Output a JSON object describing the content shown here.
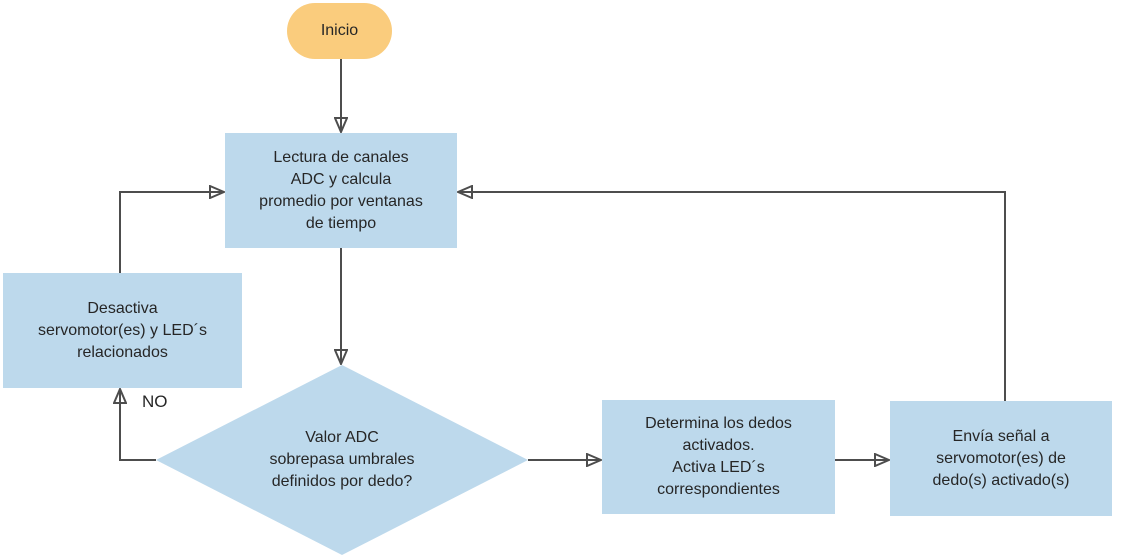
{
  "diagram": {
    "nodes": {
      "start": {
        "label": "Inicio",
        "type": "terminator"
      },
      "read_adc": {
        "label": "Lectura de canales\nADC y calcula\npromedio por ventanas\nde tiempo",
        "type": "process"
      },
      "deactivate": {
        "label": "Desactiva\nservomotor(es) y LED´s\nrelacionados",
        "type": "process"
      },
      "decision": {
        "label": "Valor ADC\nsobrepasa umbrales\ndefinidos por dedo?",
        "type": "decision"
      },
      "determine": {
        "label": "Determina los dedos\nactivados.\nActiva LED´s\ncorrespondientes",
        "type": "process"
      },
      "send": {
        "label": "Envía señal a\nservomotor(es) de\ndedo(s) activado(s)",
        "type": "process"
      }
    },
    "edge_labels": {
      "decision_no": "NO"
    },
    "colors": {
      "process_fill": "#BDD9EC",
      "terminator_fill": "#FACC7D",
      "connector": "#4D4D4D",
      "text": "#262626",
      "background": "#FFFFFF"
    }
  }
}
